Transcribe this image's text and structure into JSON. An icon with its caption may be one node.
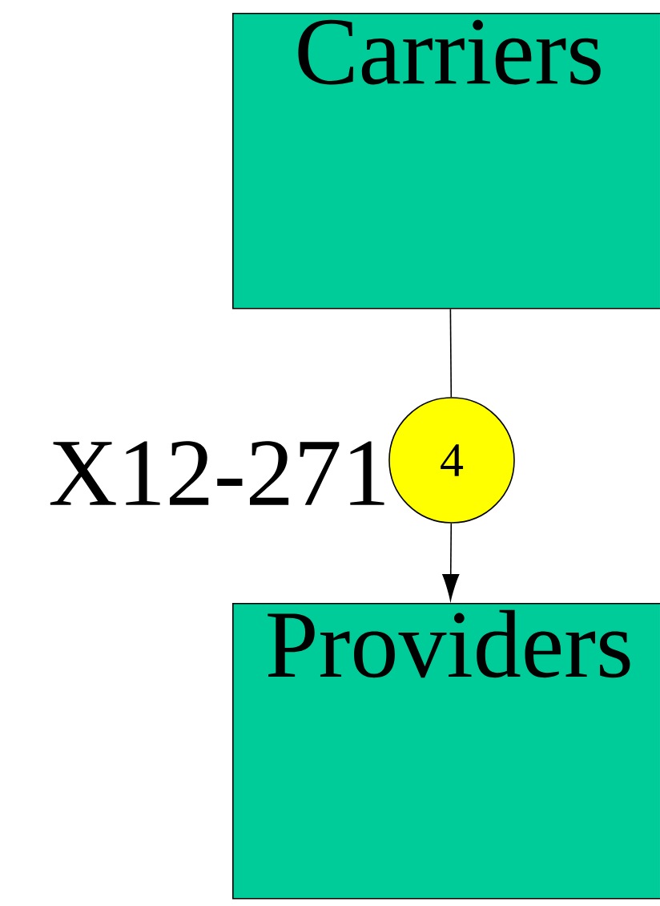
{
  "diagram": {
    "nodes": [
      {
        "text": [
          "Carriers"
        ]
      },
      {
        "text": [
          "Providers"
        ]
      },
      {
        "text": [
          "4"
        ],
        "beside": [
          "X12-271"
        ]
      }
    ],
    "edges": [
      {
        "from": 0,
        "to": 2,
        "arrow": "none"
      },
      {
        "from": 2,
        "to": 1,
        "arrow": "to"
      }
    ]
  }
}
